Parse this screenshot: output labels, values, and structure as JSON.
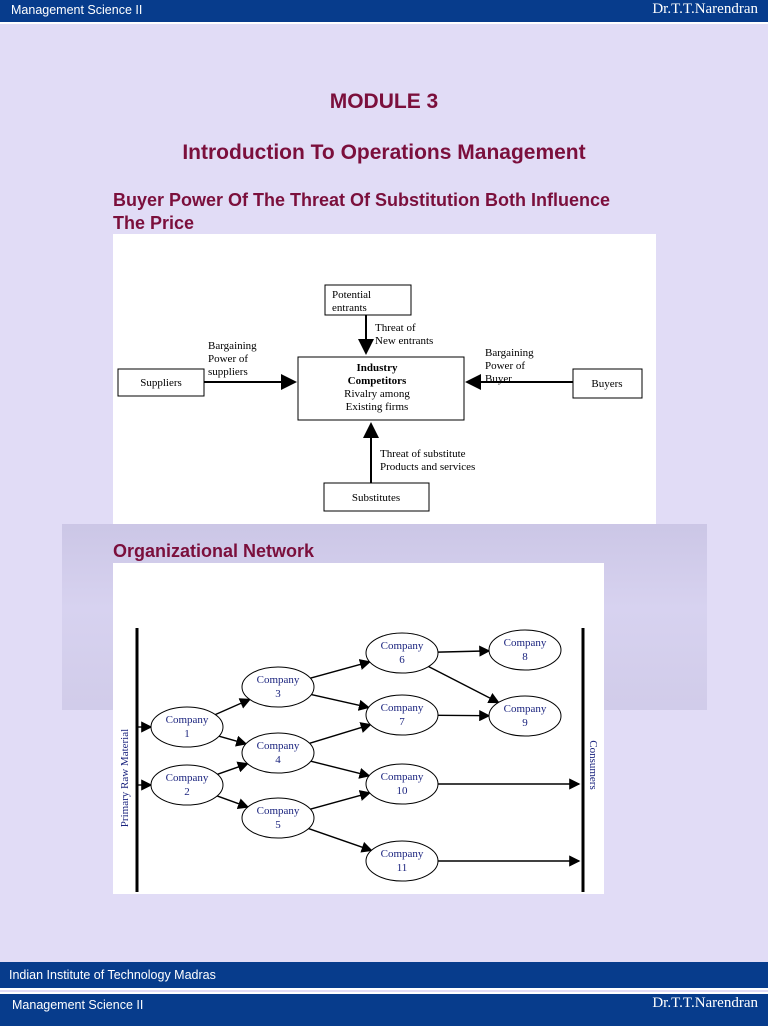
{
  "header": {
    "left": "Management Science II",
    "right": "Dr.T.T.Narendran"
  },
  "title": {
    "module": "MODULE 3",
    "intro": "Introduction To Operations Management"
  },
  "section1": {
    "heading": "Buyer Power Of The Threat Of Substitution Both Influence The Price",
    "diagram": {
      "potential_entrants": [
        "Potential",
        "entrants"
      ],
      "threat_new": [
        "Threat of",
        "New entrants"
      ],
      "suppliers": "Suppliers",
      "bargaining_suppliers": [
        "Bargaining",
        "Power of",
        "suppliers"
      ],
      "industry": [
        "Industry",
        "Competitors",
        "Rivalry among",
        "Existing firms"
      ],
      "bargaining_buyer": [
        "Bargaining",
        "Power of",
        "Buyer"
      ],
      "buyers": "Buyers",
      "threat_substitute": [
        "Threat of substitute",
        "Products and services"
      ],
      "substitutes": "Substitutes"
    }
  },
  "section2": {
    "heading": "Organizational Network",
    "left_label": "Primary Raw Material",
    "right_label": "Consumers",
    "company_word": "Company",
    "nodes": [
      "1",
      "2",
      "3",
      "4",
      "5",
      "6",
      "7",
      "8",
      "9",
      "10",
      "11"
    ]
  },
  "footer": {
    "institute": "Indian Institute of Technology Madras",
    "left": "Management Science II",
    "right": "Dr.T.T.Narendran"
  }
}
